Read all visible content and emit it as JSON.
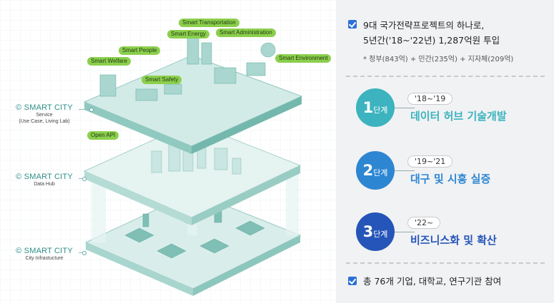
{
  "diagram": {
    "tags": {
      "smart_transportation": "Smart Transportation",
      "smart_energy": "Smart Energy",
      "smart_administration": "Smart Administration",
      "smart_people": "Smart People",
      "smart_welfare": "Smart Welfare",
      "smart_environment": "Smart Environment",
      "smart_safety": "Smart Safety",
      "open_api": "Open API"
    },
    "layers": {
      "service": {
        "title": "© SMART CITY",
        "sub1": "Service",
        "sub2": "(Use Case, Living Lab)"
      },
      "data_hub": {
        "title": "© SMART CITY",
        "sub1": "Data Hub"
      },
      "infrastructure": {
        "title": "© SMART CITY",
        "sub1": "City Infrastucture"
      }
    }
  },
  "panel": {
    "intro_line1": "9대 국가전략프로젝트의 하나로,",
    "intro_line2": "5년간('18~'22년) 1,287억원 투입",
    "budget_note": "* 정부(843억) + 민간(235억) + 지자체(209억)",
    "stages": [
      {
        "num": "1",
        "unit": "단계",
        "period": "'18~'19",
        "title": "데이터 허브 기술개발",
        "color": "#3cb3bf"
      },
      {
        "num": "2",
        "unit": "단계",
        "period": "'19~'21",
        "title": "대구 및 시흥 실증",
        "color": "#2d86d2"
      },
      {
        "num": "3",
        "unit": "단계",
        "period": "'22~",
        "title": "비즈니스화 및 확산",
        "color": "#2555b8"
      }
    ],
    "footer": "총 76개 기업, 대학교, 연구기관 참여"
  }
}
